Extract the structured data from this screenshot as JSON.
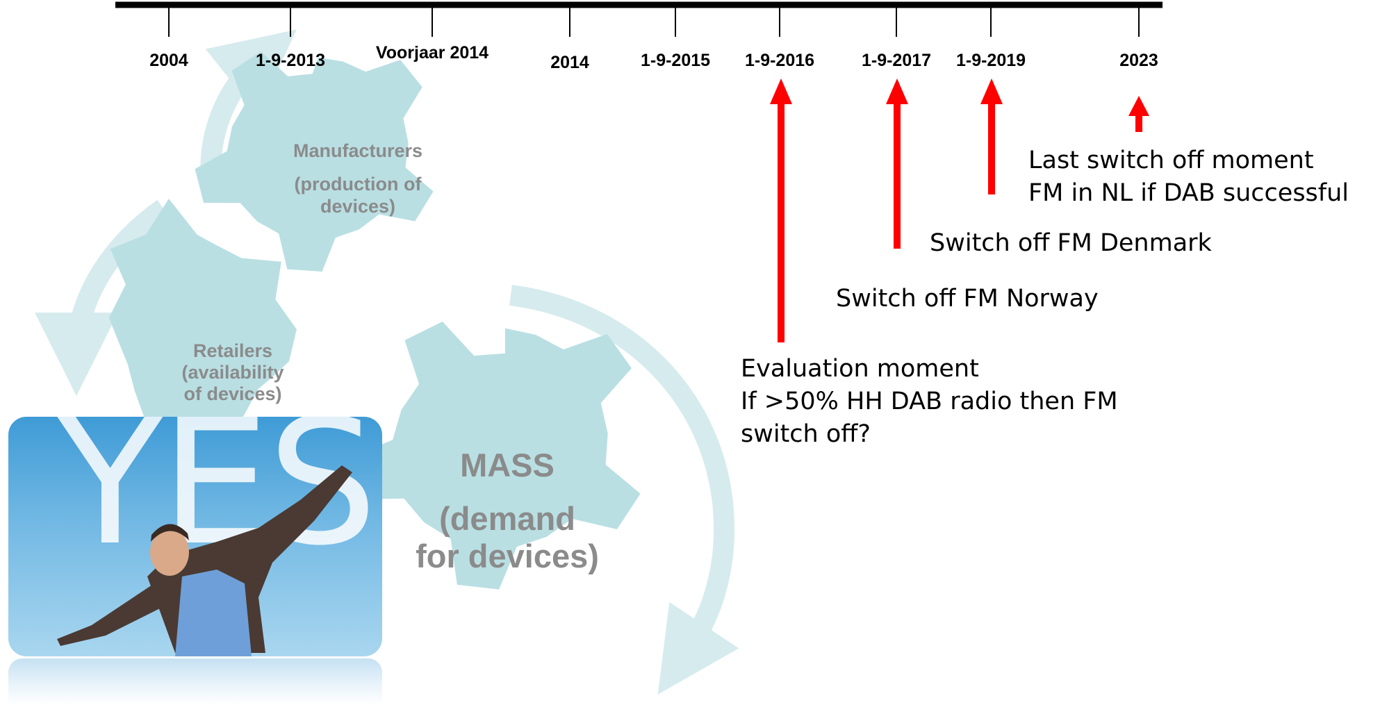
{
  "timeline": {
    "years": [
      "2004",
      "1-9-2013",
      "Voorjaar 2014",
      "2014",
      "1-9-2015",
      "1-9-2016",
      "1-9-2017",
      "1-9-2019",
      "2023"
    ]
  },
  "annotations": {
    "last_switch_off": [
      "Last switch off moment",
      "FM in NL if DAB successful"
    ],
    "denmark": "Switch off FM Denmark",
    "norway": "Switch off FM Norway",
    "evaluation": [
      "Evaluation moment",
      "If >50% HH DAB radio then FM",
      "switch off?"
    ]
  },
  "gears": {
    "manufacturers": {
      "title": "Manufacturers",
      "sub": [
        "(production of",
        "devices)"
      ]
    },
    "retailers": {
      "lines": [
        "Retailers",
        "(availability",
        "of devices)"
      ]
    },
    "mass": {
      "title": "MASS",
      "sub": [
        "(demand",
        "for devices)"
      ]
    }
  },
  "photo": {
    "text": "YES"
  },
  "colors": {
    "gear": "#b9dfe3",
    "cycle_arrow": "#d6ebee",
    "accent_arrow": "#ff0000",
    "gear_text": "#8b8b8b",
    "timeline": "#000000"
  }
}
